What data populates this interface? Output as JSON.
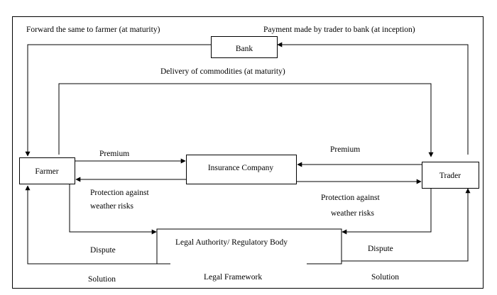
{
  "diagram": {
    "nodes": {
      "bank": "Bank",
      "farmer": "Farmer",
      "insurance": "Insurance Company",
      "trader": "Trader",
      "legal": "Legal Authority/ Regulatory Body"
    },
    "labels": {
      "forward_to_farmer": "Forward  the same to farmer (at maturity)",
      "payment_by_trader": "Payment made by trader to bank (at inception)",
      "delivery": "Delivery of commodities  (at maturity)",
      "premium_left": "Premium",
      "premium_right": "Premium",
      "protection_left_1": "Protection against",
      "protection_left_2": "weather risks",
      "protection_right_1": "Protection  against",
      "protection_right_2": "weather risks",
      "dispute_left": "Dispute",
      "dispute_right": "Dispute",
      "solution_left": "Solution",
      "solution_right": "Solution",
      "legal_framework": "Legal Framework"
    },
    "colors": {
      "stroke": "#000000",
      "background": "#ffffff"
    }
  }
}
